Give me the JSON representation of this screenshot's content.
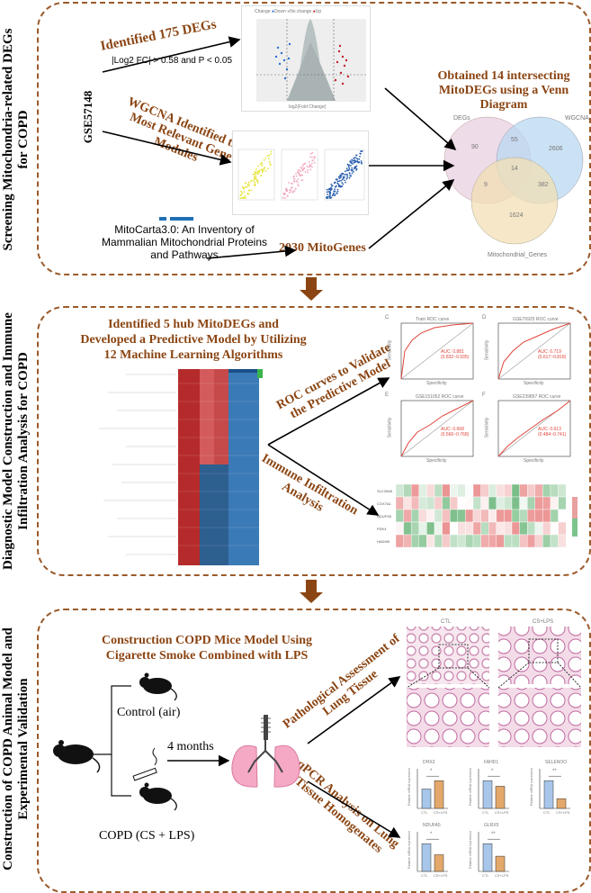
{
  "colors": {
    "accent": "#8b4513",
    "border": "#9b5a2b",
    "arrow": "#000000",
    "flow_arrow": "#8b4513"
  },
  "panel1": {
    "side_title_line1": "Screening Mitochondria-related DEGs",
    "side_title_line2": "for COPD",
    "dataset": "GSE57148",
    "deg_title": "Identified 175 DEGs",
    "deg_criteria": "|Log2 FC| > 0.58 and P < 0.05",
    "wgcna_line1": "WGCNA Identified the",
    "wgcna_line2": "Most Relevant Gene",
    "wgcna_line3": "Modules",
    "mitocarta_line1": "MitoCarta3.0: An Inventory of",
    "mitocarta_line2": "Mammalian Mitochondrial Proteins",
    "mitocarta_line3": "and Pathways",
    "mitogenes": "2030 MitoGenes",
    "venn_line1": "Obtained 14 intersecting",
    "venn_line2": "MitoDEGs using a Venn",
    "venn_line3": "Diagram",
    "venn_labels": {
      "a": "DEGs",
      "b": "WGCNA",
      "c": "Mitochondrial_Genes"
    },
    "venn_counts": {
      "a_only": "90",
      "b_only": "2606",
      "c_only": "1624",
      "ab": "55",
      "abc": "14",
      "ac": "9",
      "bc": "382"
    },
    "volcano_legend": {
      "title": "Change",
      "down": "Down",
      "nochange": "No change",
      "up": "Up"
    },
    "volcano_xlabel": "log2(Fold Change)",
    "volcano_ylabel": "-log10(Pvalue)"
  },
  "panel2": {
    "side_title_line1": "Diagnostic Model Construction and Immune",
    "side_title_line2": "Infiltration Analysis for COPD",
    "model_line1": "Identified 5 hub MitoDEGs and",
    "model_line2": "Developed a Predictive Model by Utilizing",
    "model_line3": "12 Machine Learning Algorithms",
    "roc_line1": "ROC curves to Validate",
    "roc_line2": "the Predictive Model",
    "immune_line1": "Immune Infiltration",
    "immune_line2": "Analysis",
    "roc_panels": [
      {
        "letter": "C",
        "title": "Train ROC curve",
        "auc": "AUC: 0.881",
        "ci": "(0.832~0.935)"
      },
      {
        "letter": "D",
        "title": "GSE76925 ROC curve",
        "auc": "AUC: 0.719",
        "ci": "(0.617~0.818)"
      },
      {
        "letter": "E",
        "title": "GSE151052 ROC curve",
        "auc": "AUC: 0.668",
        "ci": "(0.566~0.768)"
      },
      {
        "letter": "F",
        "title": "GSE239897 ROC curve",
        "auc": "AUC: 0.613",
        "ci": "(0.484~0.741)"
      }
    ],
    "roc_xlabel": "Specificity",
    "roc_ylabel": "Sensitivity",
    "heatmap_rows": [
      "SLC25A5",
      "COX7A1",
      "NDUFS6",
      "PDK4",
      "HADHB"
    ]
  },
  "panel3": {
    "side_title_line1": "Construction of COPD Animal Model and",
    "side_title_line2": "Experimental Validation",
    "model_line1": "Construction COPD Mice Model Using",
    "model_line2": "Cigarette Smoke Combined with LPS",
    "control": "Control (air)",
    "months": "4 months",
    "copd": "COPD (CS + LPS)",
    "path_line1": "Pathological Assessment of",
    "path_line2": "Lung Tissue",
    "qpcr_line1": "qPCR Analysis on Lung",
    "qpcr_line2": "Tissue Homogenates",
    "histo_labels": {
      "ctl": "CTL",
      "cslps": "CS+LPS"
    },
    "bar_panels": [
      {
        "title": "DHX3",
        "ctl": 0.7,
        "cs": 1.0,
        "star": "*"
      },
      {
        "title": "FAHD1",
        "ctl": 1.0,
        "cs": 0.8,
        "star": "*"
      },
      {
        "title": "SELENOO",
        "ctl": 1.0,
        "cs": 0.35,
        "star": "**"
      },
      {
        "title": "NDUFA5",
        "ctl": 1.0,
        "cs": 0.6,
        "star": "*"
      },
      {
        "title": "GLRX5",
        "ctl": 1.0,
        "cs": 0.55,
        "star": "**"
      }
    ],
    "bar_xlabels": {
      "ctl": "CTL",
      "cs": "CS+LPS"
    },
    "bar_ylabel": "Relative mRNA expression"
  }
}
